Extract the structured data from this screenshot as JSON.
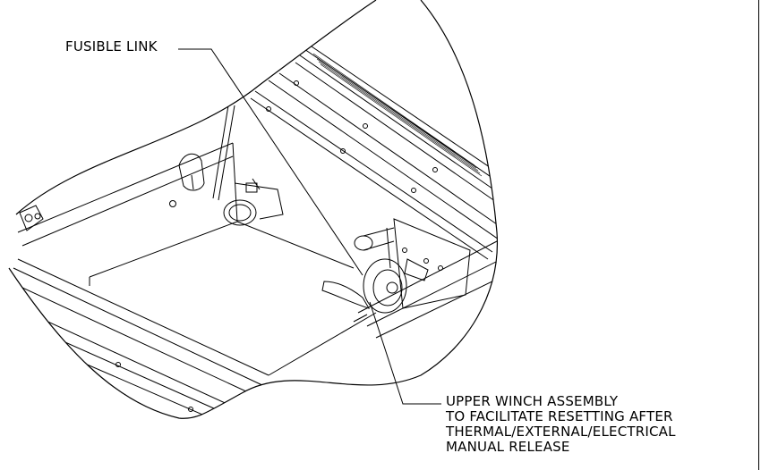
{
  "diagram": {
    "callouts": {
      "fusible_link": "FUSIBLE LINK",
      "upper_winch": [
        "UPPER WINCH ASSEMBLY",
        "TO FACILITATE RESETTING AFTER",
        "THERMAL/EXTERNAL/ELECTRICAL",
        "MANUAL RELEASE"
      ]
    },
    "colors": {
      "line": "#000000",
      "background": "#ffffff"
    }
  }
}
